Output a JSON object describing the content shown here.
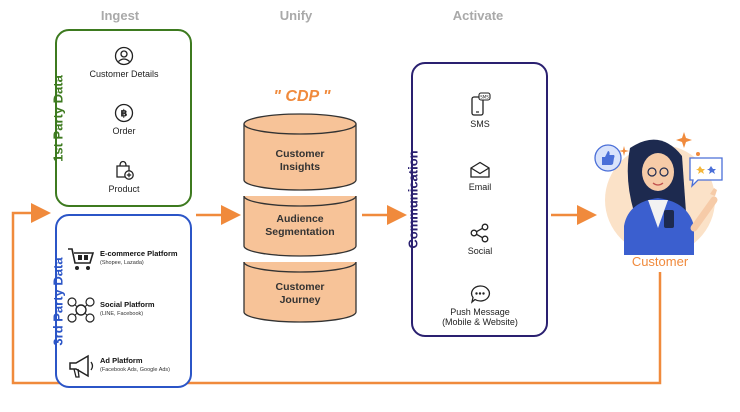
{
  "columns": {
    "ingest": "Ingest",
    "unify": "Unify",
    "activate": "Activate"
  },
  "first_party": {
    "title": "1st Party Data",
    "items": [
      "Customer Details",
      "Order",
      "Product"
    ]
  },
  "third_party": {
    "title": "3rd Party Data",
    "items": [
      {
        "title": "E-commerce Platform",
        "sub": "(Shopee, Lazada)"
      },
      {
        "title": "Social Platform",
        "sub": "(LINE, Facebook)"
      },
      {
        "title": "Ad Platform",
        "sub": "(Facebook Ads, Google Ads)"
      }
    ]
  },
  "cdp": {
    "title": "\" CDP \"",
    "layers": [
      {
        "line1": "Customer",
        "line2": "Insights"
      },
      {
        "line1": "Audience",
        "line2": "Segmentation"
      },
      {
        "line1": "Customer",
        "line2": "Journey"
      }
    ]
  },
  "communication": {
    "title": "Communication",
    "channels": [
      "SMS",
      "Email",
      "Social",
      "Push Message",
      "(Mobile & Website)"
    ]
  },
  "customer": {
    "label": "Customer"
  },
  "colors": {
    "orange": "#f08a3c",
    "green": "#3d7a1f",
    "blue": "#2b55c7",
    "purple": "#2a2070",
    "head_gray": "#a9a9a9"
  }
}
